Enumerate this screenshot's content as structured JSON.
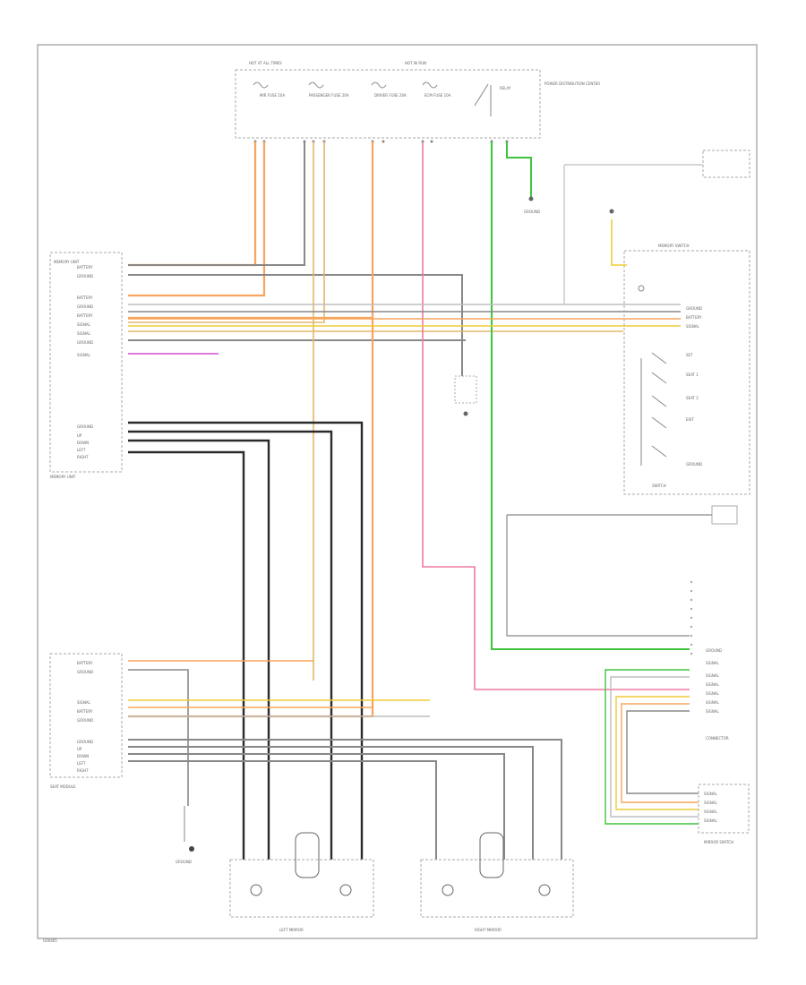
{
  "footer": {
    "code": "G00465"
  },
  "colors": {
    "orange": "#f7a55c",
    "grey": "#7a7a7a",
    "black": "#2a2a2a",
    "green": "#3ec43e",
    "pink": "#f07aa0",
    "magenta": "#d34ed3",
    "yellow": "#eecb36",
    "tan": "#e2b86a",
    "lightgrey": "#bdbdbd"
  },
  "top_fuse_box": {
    "label_left": "HOT AT ALL TIMES",
    "label_right": "HOT IN RUN",
    "fuses": [
      "MIR FUSE 10A",
      "PASSENGER FUSE 20A",
      "DRIVER FUSE 20A",
      "ECM FUSE 10A",
      "RELAY"
    ],
    "side_label": "POWER DISTRIBUTION CENTER"
  },
  "ground_near_top": {
    "label": "GROUND"
  },
  "memory_unit": {
    "title": "MEMORY UNIT",
    "pins_top": [
      "BATTERY",
      "GROUND",
      "BATTERY",
      "GROUND",
      "BATTERY",
      "SIGNAL",
      "SIGNAL",
      "GROUND",
      "SIGNAL"
    ],
    "pins_bottom": [
      "GROUND",
      "UP",
      "DOWN",
      "LEFT",
      "RIGHT"
    ],
    "footer": "MEMORY UNIT"
  },
  "memory_switch": {
    "title": "MEMORY SWITCH",
    "pins": [
      "GROUND",
      "BATTERY",
      "SIGNAL",
      "SET",
      "SEAT 1",
      "SEAT 2",
      "EXIT",
      "GROUND"
    ],
    "footer": "SWITCH"
  },
  "seat_module": {
    "title": "SEAT MODULE",
    "pins_top": [
      "BATTERY",
      "GROUND",
      "SIGNAL",
      "BATTERY",
      "GROUND"
    ],
    "pins_bottom": [
      "GROUND",
      "UP",
      "DOWN",
      "LEFT",
      "RIGHT"
    ],
    "footer": "SEAT MODULE"
  },
  "connector_right": {
    "label": "CONNECTOR",
    "pins": [
      "GROUND",
      "SIGNAL",
      "SIGNAL",
      "SIGNAL",
      "SIGNAL",
      "SIGNAL",
      "SIGNAL"
    ]
  },
  "mirror_switch": {
    "label": "MIRROR SWITCH",
    "pins": [
      "SIGNAL",
      "SIGNAL",
      "SIGNAL",
      "SIGNAL"
    ]
  },
  "small_ground": {
    "label": "GROUND"
  },
  "mirrors": {
    "left": {
      "label": "LEFT MIRROR"
    },
    "right": {
      "label": "RIGHT MIRROR"
    }
  }
}
